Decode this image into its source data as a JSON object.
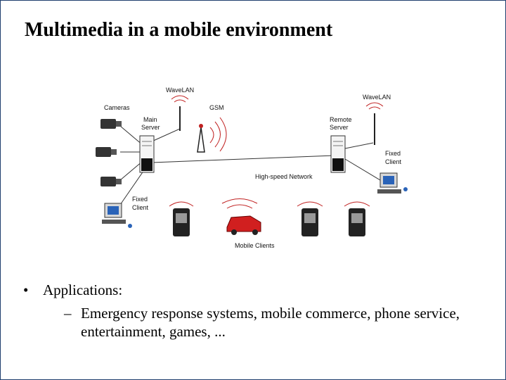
{
  "slide": {
    "title": "Multimedia in a mobile environment",
    "figure_labels": {
      "wavelan_left": "WaveLAN",
      "wavelan_right": "WaveLAN",
      "cameras": "Cameras",
      "main_server": [
        "Main",
        "Server"
      ],
      "gsm": "GSM",
      "remote_server": [
        "Remote",
        "Server"
      ],
      "fixed_client_right": [
        "Fixed",
        "Client"
      ],
      "high_speed_network": "High-speed Network",
      "fixed_client_left": [
        "Fixed",
        "Client"
      ],
      "mobile_clients": "Mobile Clients"
    },
    "bullets": [
      {
        "marker": "•",
        "text": "Applications:",
        "sub": [
          {
            "marker": "–",
            "text": "Emergency response systems, mobile commerce, phone service, entertainment, games, ..."
          }
        ]
      }
    ]
  }
}
